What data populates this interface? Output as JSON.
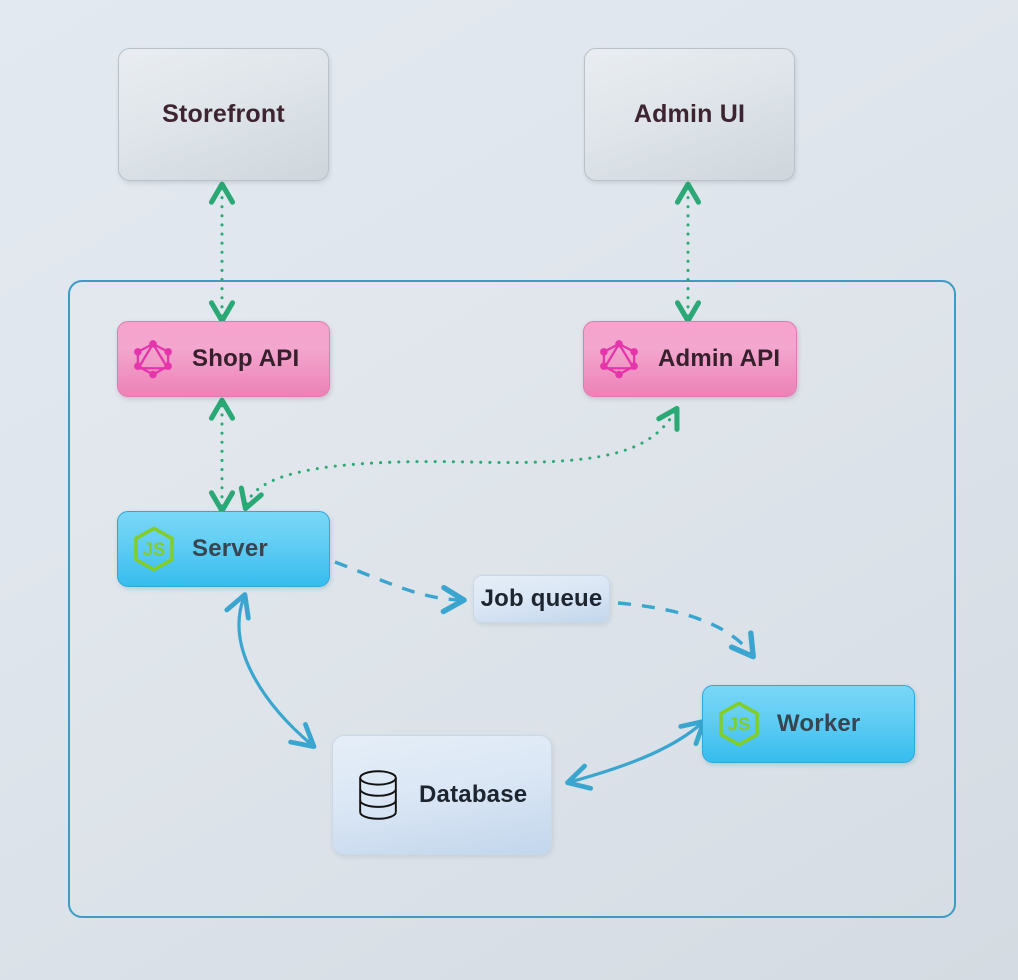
{
  "diagram": {
    "title": "Vendure architecture diagram",
    "background_from": "#e3e9f0",
    "background_to": "#d4dbe2",
    "container": {
      "name": "server-container",
      "border_color": "#3b9cc4"
    },
    "nodes": [
      {
        "id": "storefront",
        "label": "Storefront",
        "type": "client",
        "icon": null,
        "fill": "#e4eaef",
        "text_color": "#3d2430"
      },
      {
        "id": "adminui",
        "label": "Admin UI",
        "type": "client",
        "icon": null,
        "fill": "#e4eaef",
        "text_color": "#3d2430"
      },
      {
        "id": "shopapi",
        "label": "Shop API",
        "type": "graphql-api",
        "icon": "graphql-icon",
        "fill": "#f3a6ce",
        "icon_color": "#e535ab",
        "text_color": "#35202c"
      },
      {
        "id": "adminapi",
        "label": "Admin API",
        "type": "graphql-api",
        "icon": "graphql-icon",
        "fill": "#f3a6ce",
        "icon_color": "#e535ab",
        "text_color": "#35202c"
      },
      {
        "id": "server",
        "label": "Server",
        "type": "nodejs",
        "icon": "nodejs-icon",
        "fill": "#5ecbf2",
        "icon_color": "#83cd29",
        "text_color": "#384450"
      },
      {
        "id": "jobqueue",
        "label": "Job queue",
        "type": "plain",
        "icon": null,
        "fill": "#dbe7f5",
        "text_color": "#1d2530"
      },
      {
        "id": "worker",
        "label": "Worker",
        "type": "nodejs",
        "icon": "nodejs-icon",
        "fill": "#5ecbf2",
        "icon_color": "#83cd29",
        "text_color": "#384450"
      },
      {
        "id": "database",
        "label": "Database",
        "type": "plain",
        "icon": "database-cylinder-icon",
        "fill": "#dbe7f5",
        "icon_color": "#121212",
        "text_color": "#1d2530"
      }
    ],
    "edges": [
      {
        "id": "storefront-shopapi",
        "from": "storefront",
        "to": "shopapi",
        "style": "dotted",
        "color": "#2aa875",
        "arrows": "both"
      },
      {
        "id": "adminui-adminapi",
        "from": "adminui",
        "to": "adminapi",
        "style": "dotted",
        "color": "#2aa875",
        "arrows": "both"
      },
      {
        "id": "shopapi-server",
        "from": "shopapi",
        "to": "server",
        "style": "dotted",
        "color": "#2aa875",
        "arrows": "both"
      },
      {
        "id": "server-adminapi",
        "from": "server",
        "to": "adminapi",
        "style": "dotted",
        "color": "#2aa875",
        "arrows": "both"
      },
      {
        "id": "server-jobqueue",
        "from": "server",
        "to": "jobqueue",
        "style": "dashed",
        "color": "#3aa6cf",
        "arrows": "forward"
      },
      {
        "id": "jobqueue-worker",
        "from": "jobqueue",
        "to": "worker",
        "style": "dashed",
        "color": "#3aa6cf",
        "arrows": "forward"
      },
      {
        "id": "server-database",
        "from": "server",
        "to": "database",
        "style": "solid",
        "color": "#3aa6cf",
        "arrows": "both"
      },
      {
        "id": "worker-database",
        "from": "worker",
        "to": "database",
        "style": "solid",
        "color": "#3aa6cf",
        "arrows": "both"
      }
    ]
  }
}
